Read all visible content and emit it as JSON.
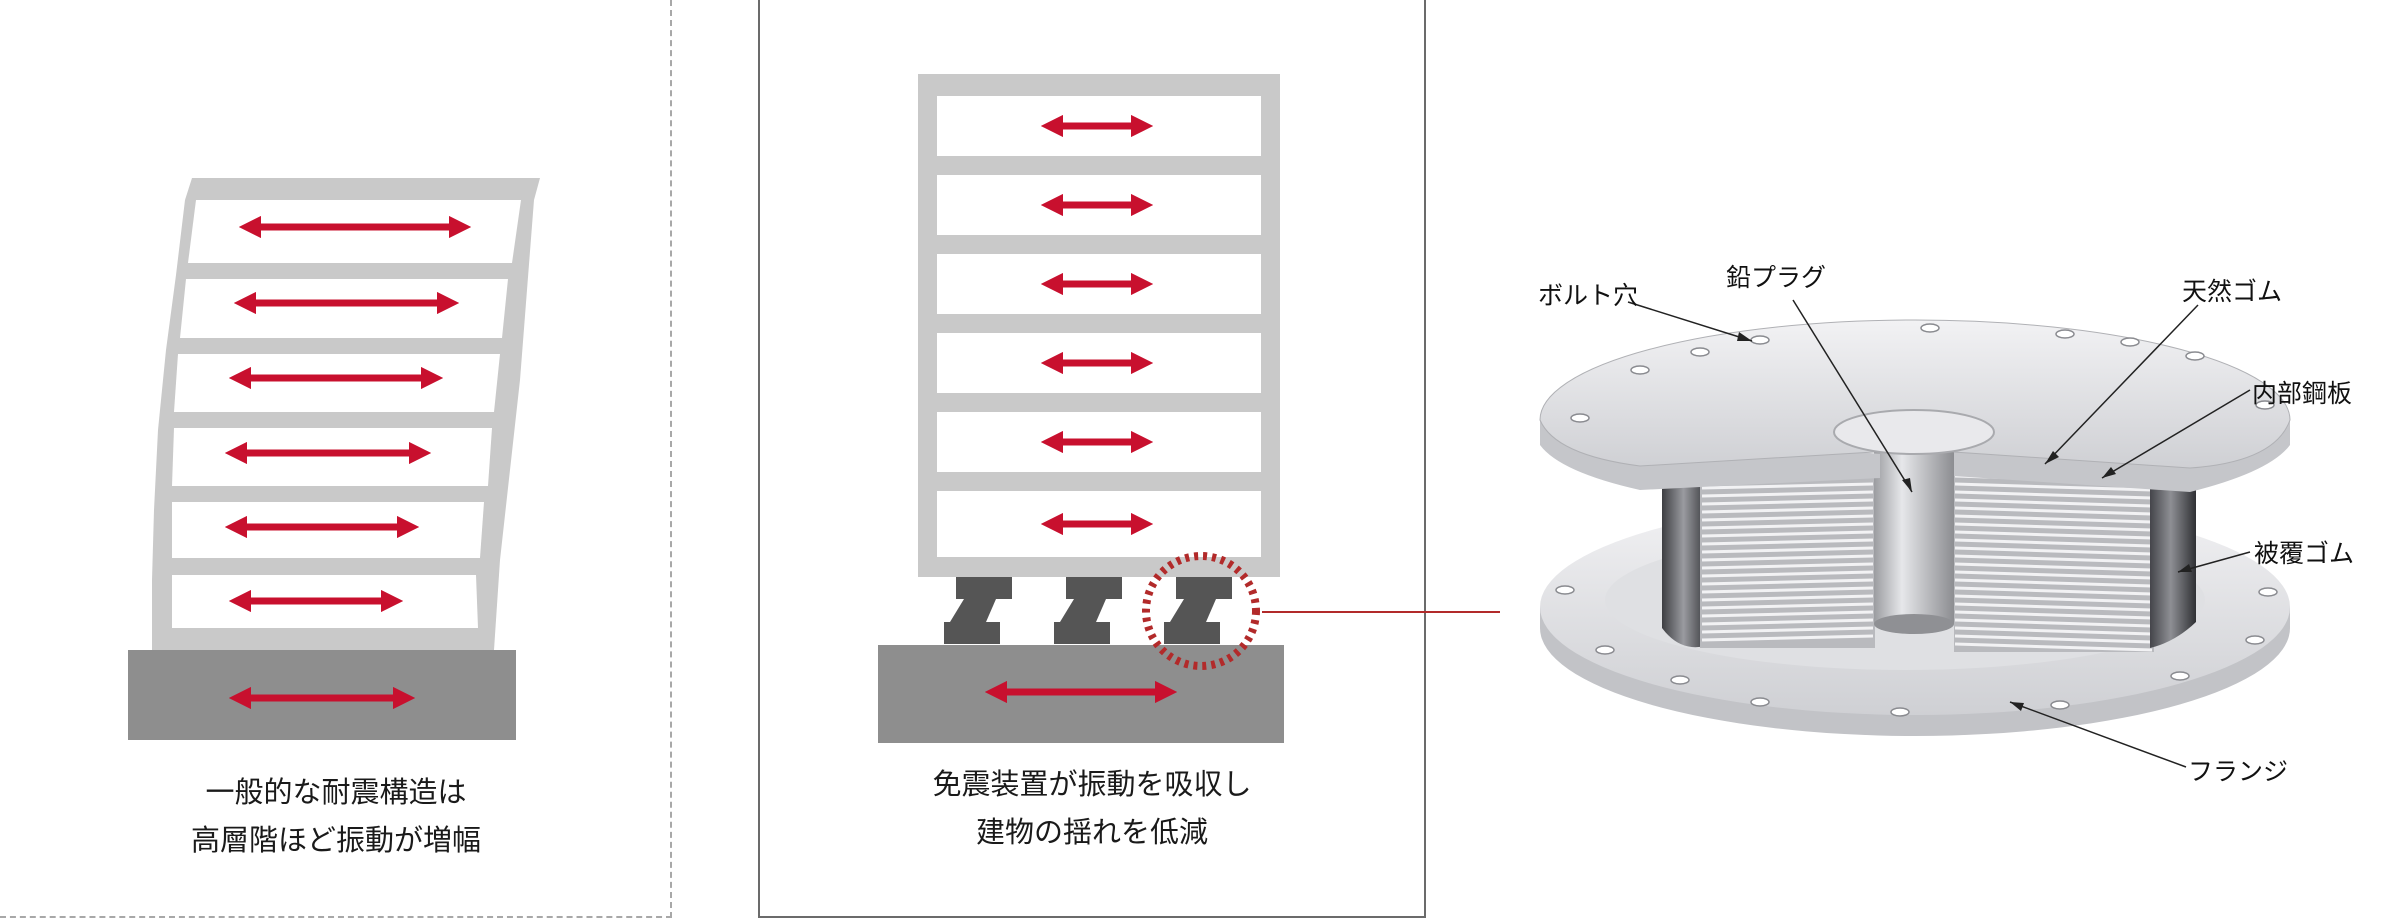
{
  "left_panel": {
    "caption_lines": [
      "一般的な耐震構造は",
      "高層階ほど振動が増幅"
    ]
  },
  "middle_panel": {
    "caption_lines": [
      "免震装置が振動を吸収し",
      "建物の揺れを低減"
    ]
  },
  "isolator": {
    "labels": {
      "bolt_hole": "ボルト穴",
      "lead_plug": "鉛プラグ",
      "natural_rubber": "天然ゴム",
      "inner_steel_plate": "内部鋼板",
      "cover_rubber": "被覆ゴム",
      "flange": "フランジ"
    }
  },
  "colors": {
    "arrow": "#c8102e",
    "frame": "#c9c9c9",
    "ground": "#8e8e8e",
    "bearing": "#555555",
    "highlight_circle": "#b22a2a",
    "connector_line": "#b22a2a"
  }
}
